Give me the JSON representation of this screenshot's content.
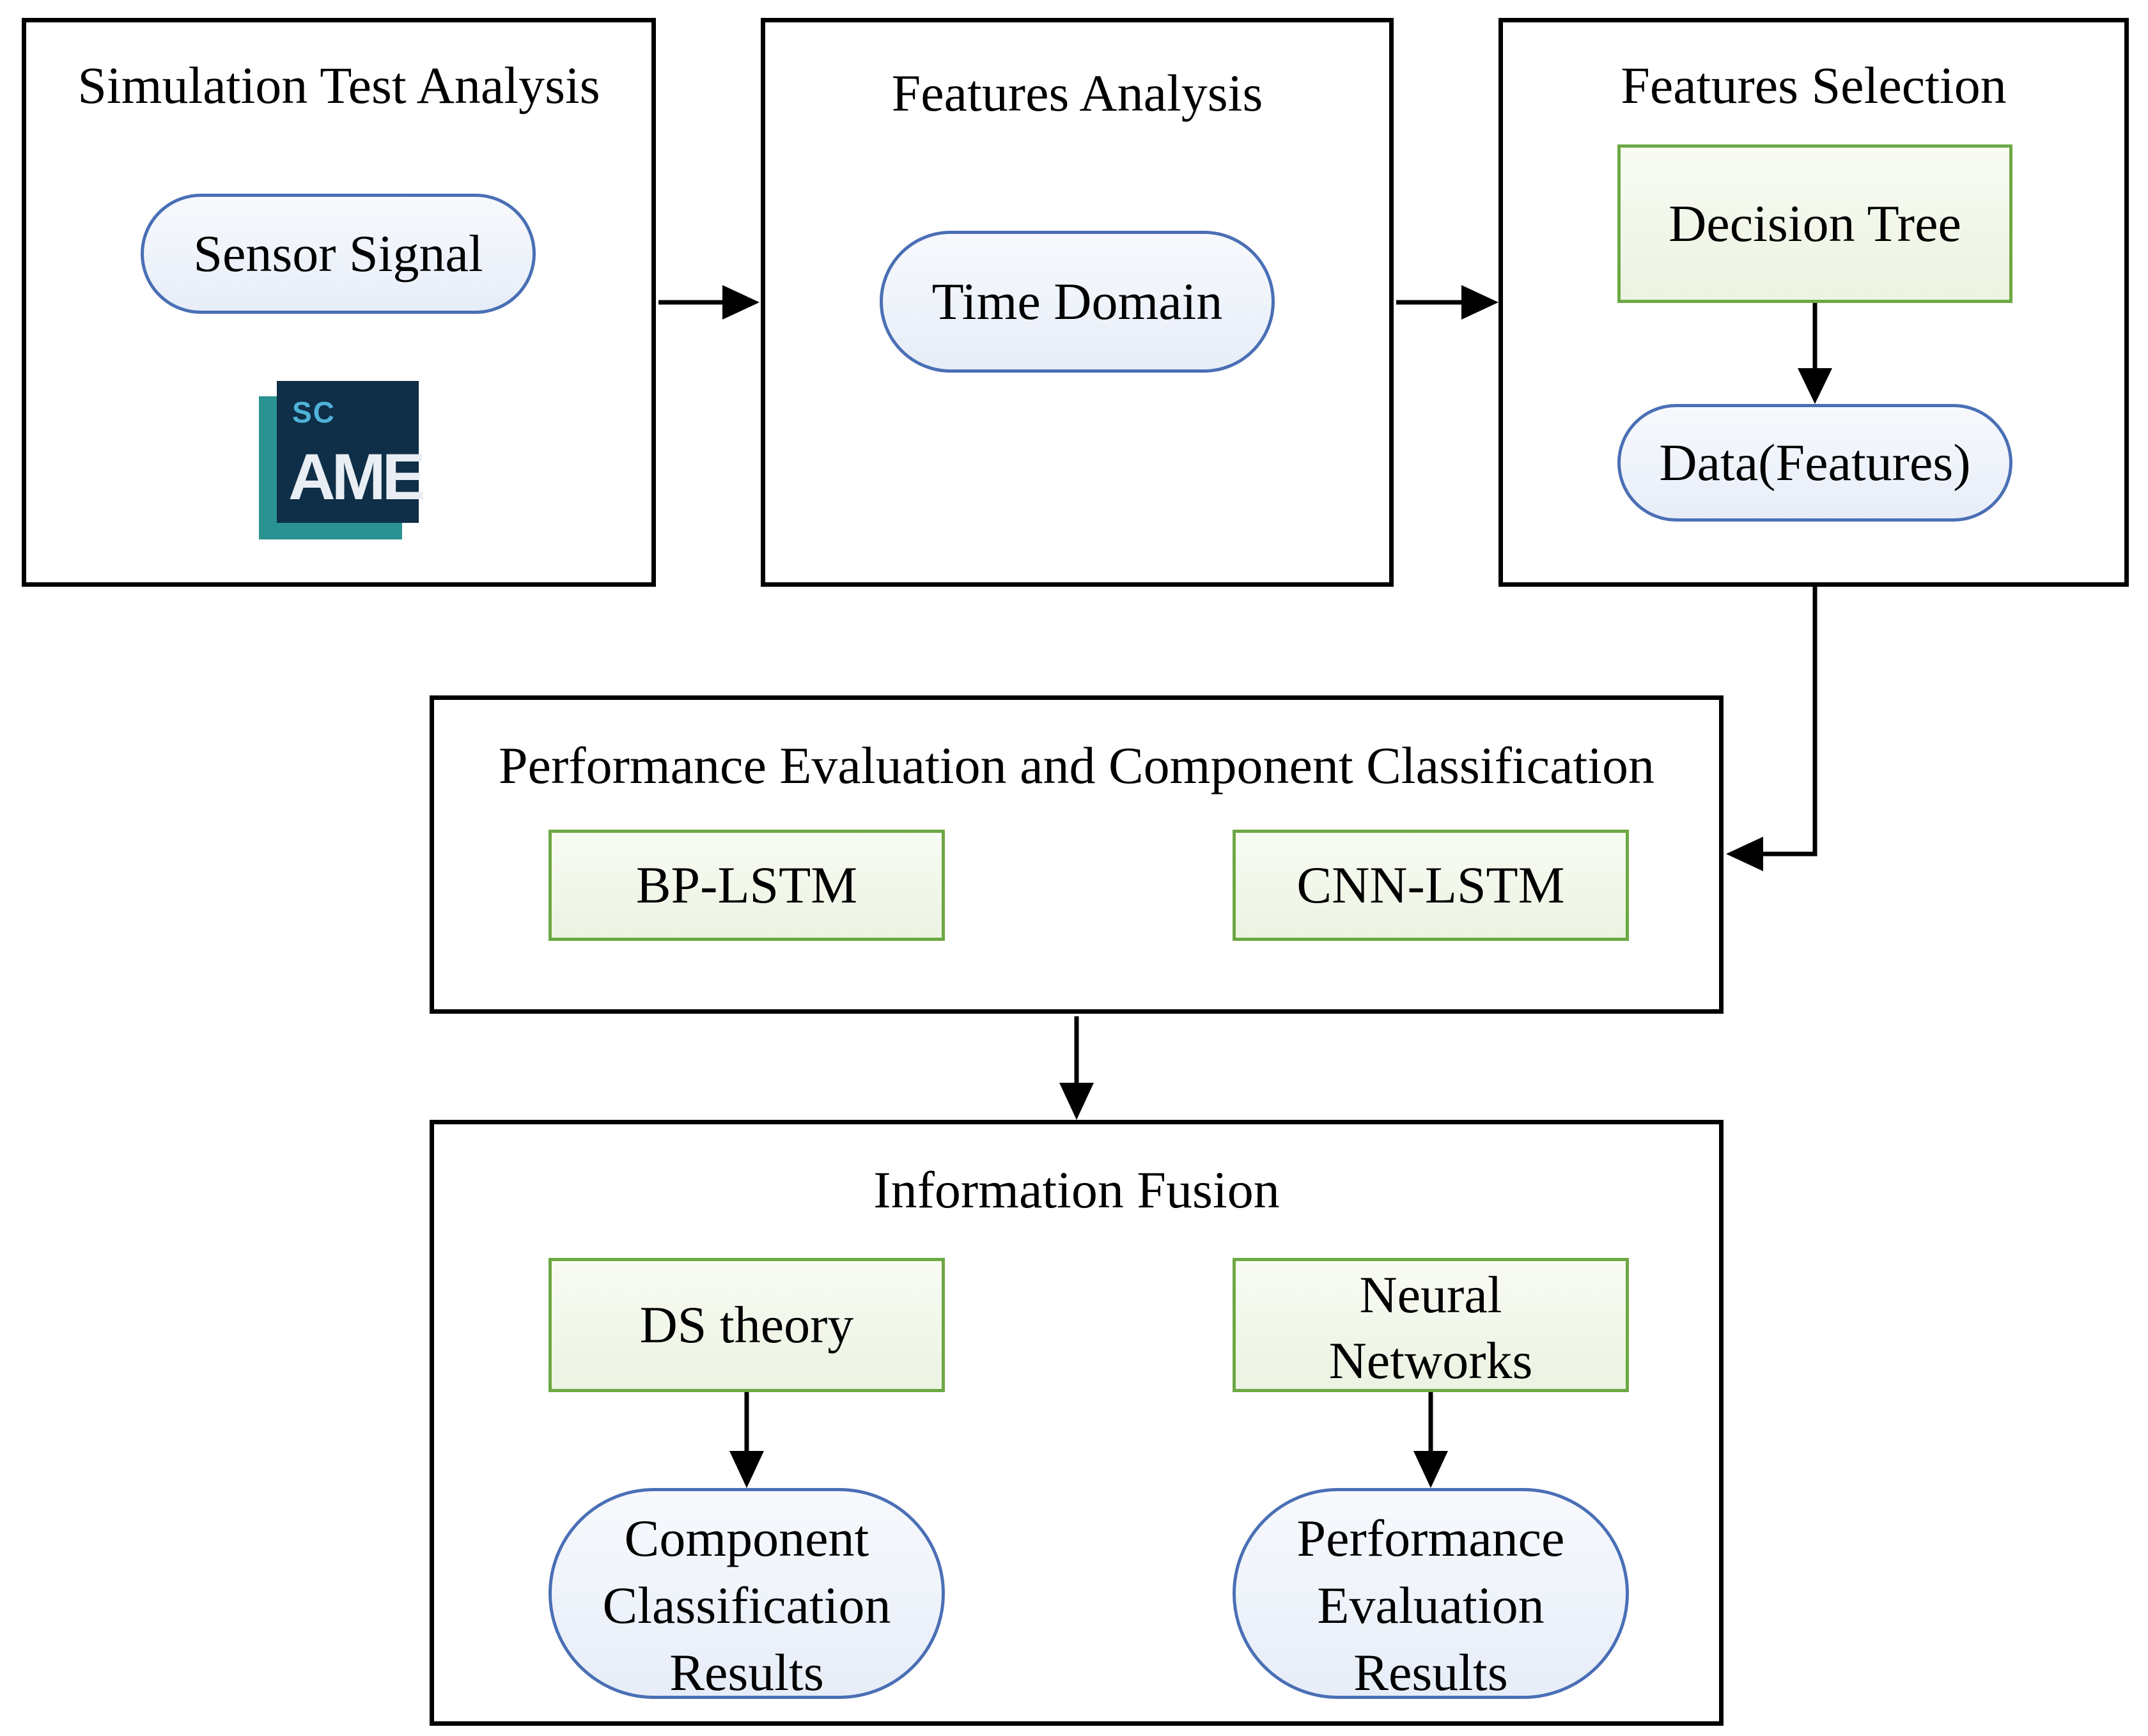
{
  "sections": {
    "simulation": {
      "title": "Simulation Test Analysis",
      "pill": "Sensor Signal"
    },
    "features_analysis": {
      "title": "Features Analysis",
      "pill": "Time Domain"
    },
    "features_selection": {
      "title": "Features Selection",
      "rect": "Decision Tree",
      "pill": "Data(Features)"
    },
    "performance": {
      "title": "Performance Evaluation and Component Classification",
      "left": "BP-LSTM",
      "right": "CNN-LSTM"
    },
    "fusion": {
      "title": "Information Fusion",
      "left_rect": "DS theory",
      "right_rect": [
        "Neural",
        "Networks"
      ],
      "left_result": [
        "Component",
        "Classification",
        "Results"
      ],
      "right_result": [
        "Performance",
        "Evaluation",
        "Results"
      ]
    }
  },
  "logo": {
    "top": "SC",
    "main": "AME"
  },
  "colors": {
    "pill_border": "#4a6fb5",
    "rect_border": "#6da844",
    "logo_front": "#0f2e47",
    "logo_back": "#2a9391"
  }
}
